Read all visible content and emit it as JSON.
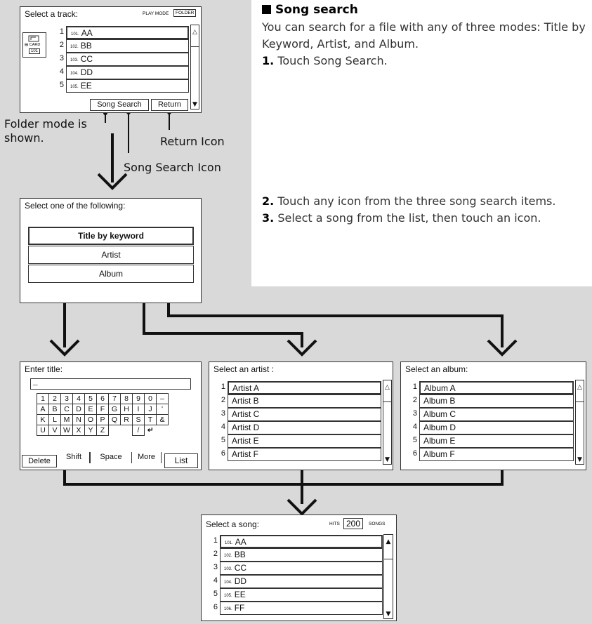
{
  "instructions": {
    "heading": "Song search",
    "intro": "You can search for a file with any of three modes: Title by Keyword, Artist, and Album.",
    "step1_num": "1.",
    "step1": "Touch Song Search.",
    "step2_num": "2.",
    "step2": "Touch any icon from the three song search items.",
    "step3_num": "3.",
    "step3": "Select a song from the list, then touch an icon."
  },
  "callouts": {
    "folder_mode": "Folder mode is shown.",
    "return_icon": "Return Icon",
    "song_search_icon": "Song Search Icon"
  },
  "track_screen": {
    "title": "Select a track:",
    "play_mode_label": "PLAY MODE",
    "mode_value": "FOLDER",
    "card_label": "CARD",
    "folder_number": "101",
    "tracks": [
      {
        "num": "1",
        "track_no": "101.",
        "name": "AA"
      },
      {
        "num": "2",
        "track_no": "102.",
        "name": "BB"
      },
      {
        "num": "3",
        "track_no": "103.",
        "name": "CC"
      },
      {
        "num": "4",
        "track_no": "104.",
        "name": "DD"
      },
      {
        "num": "5",
        "track_no": "105.",
        "name": "EE"
      }
    ],
    "song_search_button": "Song Search",
    "return_button": "Return"
  },
  "mode_screen": {
    "title": "Select one of the following:",
    "options": [
      "Title by keyword",
      "Artist",
      "Album"
    ]
  },
  "title_screen": {
    "title": "Enter title:",
    "input_value": "_",
    "keys": [
      [
        "1",
        "2",
        "3",
        "4",
        "5",
        "6",
        "7",
        "8",
        "9",
        "0",
        "–"
      ],
      [
        "A",
        "B",
        "C",
        "D",
        "E",
        "F",
        "G",
        "H",
        "I",
        "J",
        "'"
      ],
      [
        "K",
        "L",
        "M",
        "N",
        "O",
        "P",
        "Q",
        "R",
        "S",
        "T",
        "&"
      ],
      [
        "U",
        "V",
        "W",
        "X",
        "Y",
        "Z",
        "",
        "",
        "/",
        "↵",
        ""
      ]
    ],
    "delete_button": "Delete",
    "shift_button": "Shift",
    "space_button": "Space",
    "more_button": "More",
    "list_button": "List"
  },
  "artist_screen": {
    "title": "Select an artist :",
    "items": [
      {
        "num": "1",
        "name": "Artist A"
      },
      {
        "num": "2",
        "name": "Artist B"
      },
      {
        "num": "3",
        "name": "Artist C"
      },
      {
        "num": "4",
        "name": "Artist D"
      },
      {
        "num": "5",
        "name": "Artist E"
      },
      {
        "num": "6",
        "name": "Artist F"
      }
    ]
  },
  "album_screen": {
    "title": "Select an album:",
    "items": [
      {
        "num": "1",
        "name": "Album A"
      },
      {
        "num": "2",
        "name": "Album B"
      },
      {
        "num": "3",
        "name": "Album C"
      },
      {
        "num": "4",
        "name": "Album D"
      },
      {
        "num": "5",
        "name": "Album E"
      },
      {
        "num": "6",
        "name": "Album F"
      }
    ]
  },
  "song_screen": {
    "title": "Select a song:",
    "hits_label": "HITS",
    "hits_value": "200",
    "songs_label": "SONGS",
    "songs": [
      {
        "num": "1",
        "track_no": "101.",
        "name": "AA"
      },
      {
        "num": "2",
        "track_no": "102.",
        "name": "BB"
      },
      {
        "num": "3",
        "track_no": "103.",
        "name": "CC"
      },
      {
        "num": "4",
        "track_no": "104.",
        "name": "DD"
      },
      {
        "num": "5",
        "track_no": "105.",
        "name": "EE"
      },
      {
        "num": "6",
        "track_no": "106.",
        "name": "FF"
      }
    ]
  },
  "colors": {
    "panel_gray": "#d9d9d9",
    "line": "#111111"
  }
}
